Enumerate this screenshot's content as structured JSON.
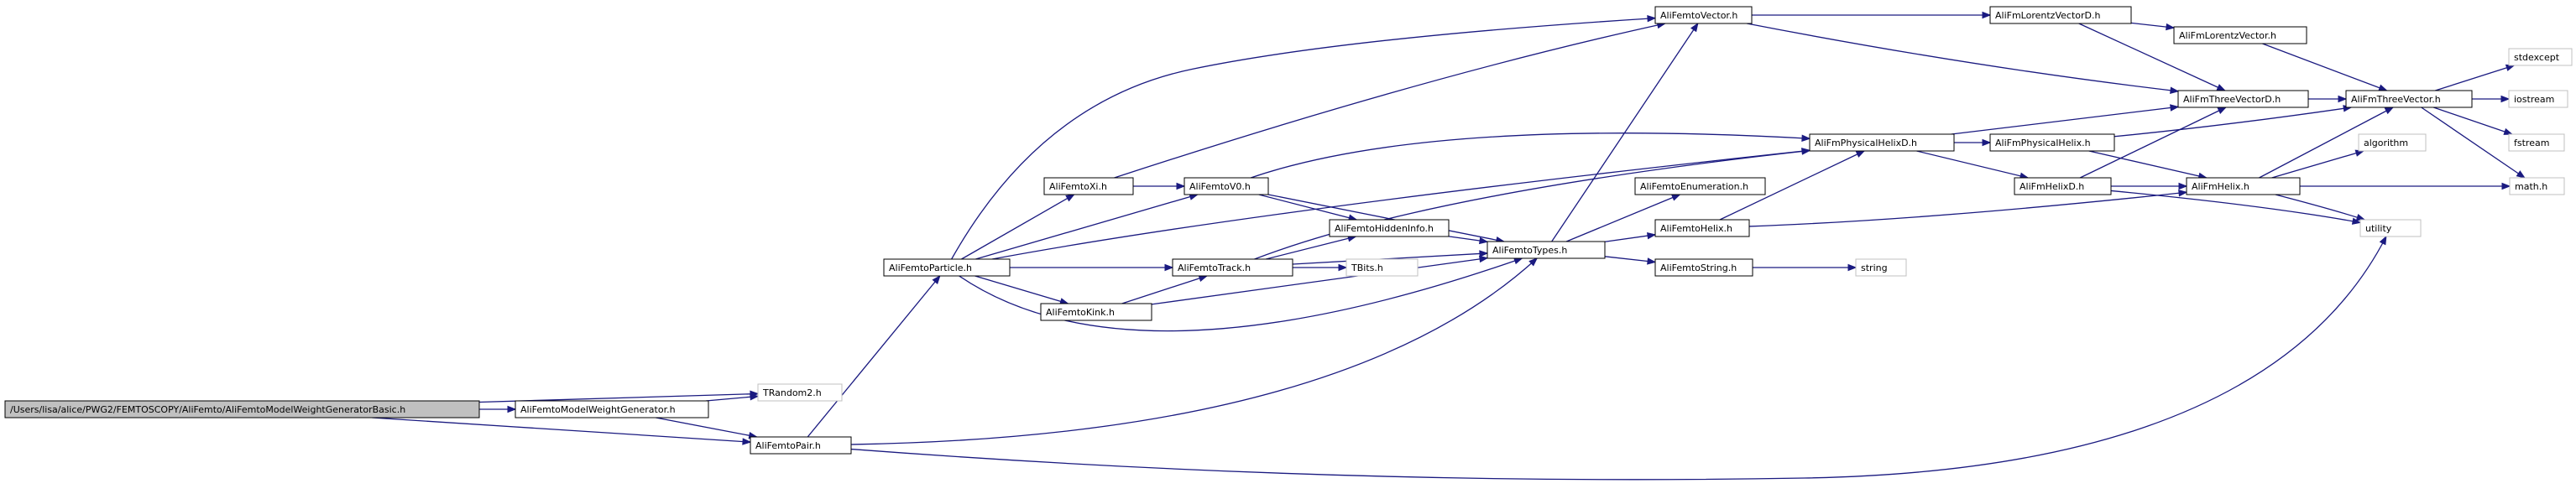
{
  "nodes": [
    {
      "id": "root",
      "label": "/Users/lisa/alice/PWG2/FEMTOSCOPY/AliFemto/AliFemtoModelWeightGeneratorBasic.h",
      "kind": "root"
    },
    {
      "id": "mwg",
      "label": "AliFemtoModelWeightGenerator.h",
      "kind": "local"
    },
    {
      "id": "tr2",
      "label": "TRandom2.h",
      "kind": "external"
    },
    {
      "id": "pair",
      "label": "AliFemtoPair.h",
      "kind": "local"
    },
    {
      "id": "part",
      "label": "AliFemtoParticle.h",
      "kind": "local"
    },
    {
      "id": "xi",
      "label": "AliFemtoXi.h",
      "kind": "local"
    },
    {
      "id": "v0",
      "label": "AliFemtoV0.h",
      "kind": "local"
    },
    {
      "id": "track",
      "label": "AliFemtoTrack.h",
      "kind": "local"
    },
    {
      "id": "kink",
      "label": "AliFemtoKink.h",
      "kind": "local"
    },
    {
      "id": "hidden",
      "label": "AliFemtoHiddenInfo.h",
      "kind": "local"
    },
    {
      "id": "tbits",
      "label": "TBits.h",
      "kind": "external"
    },
    {
      "id": "types",
      "label": "AliFemtoTypes.h",
      "kind": "local"
    },
    {
      "id": "vector",
      "label": "AliFemtoVector.h",
      "kind": "local"
    },
    {
      "id": "enum",
      "label": "AliFemtoEnumeration.h",
      "kind": "local"
    },
    {
      "id": "helix",
      "label": "AliFemtoHelix.h",
      "kind": "local"
    },
    {
      "id": "string",
      "label": "AliFemtoString.h",
      "kind": "local"
    },
    {
      "id": "strext",
      "label": "string",
      "kind": "external"
    },
    {
      "id": "physhelixd",
      "label": "AliFmPhysicalHelixD.h",
      "kind": "local"
    },
    {
      "id": "physhelix",
      "label": "AliFmPhysicalHelix.h",
      "kind": "local"
    },
    {
      "id": "helixd",
      "label": "AliFmHelixD.h",
      "kind": "local"
    },
    {
      "id": "lorentzd",
      "label": "AliFmLorentzVectorD.h",
      "kind": "local"
    },
    {
      "id": "lorentz",
      "label": "AliFmLorentzVector.h",
      "kind": "local"
    },
    {
      "id": "three_d",
      "label": "AliFmThreeVectorD.h",
      "kind": "local"
    },
    {
      "id": "three",
      "label": "AliFmThreeVector.h",
      "kind": "local"
    },
    {
      "id": "fmhelix",
      "label": "AliFmHelix.h",
      "kind": "local"
    },
    {
      "id": "stdexcept",
      "label": "stdexcept",
      "kind": "external"
    },
    {
      "id": "iostream",
      "label": "iostream",
      "kind": "external"
    },
    {
      "id": "fstream",
      "label": "fstream",
      "kind": "external"
    },
    {
      "id": "algorithm",
      "label": "algorithm",
      "kind": "external"
    },
    {
      "id": "math",
      "label": "math.h",
      "kind": "external"
    },
    {
      "id": "utility",
      "label": "utility",
      "kind": "external"
    }
  ],
  "edges": [
    [
      "root",
      "mwg"
    ],
    [
      "root",
      "tr2"
    ],
    [
      "root",
      "pair"
    ],
    [
      "mwg",
      "tr2"
    ],
    [
      "mwg",
      "pair"
    ],
    [
      "pair",
      "part"
    ],
    [
      "pair",
      "types"
    ],
    [
      "pair",
      "utility"
    ],
    [
      "part",
      "vector"
    ],
    [
      "part",
      "xi"
    ],
    [
      "part",
      "v0"
    ],
    [
      "part",
      "track"
    ],
    [
      "part",
      "kink"
    ],
    [
      "part",
      "types"
    ],
    [
      "part",
      "physhelixd"
    ],
    [
      "xi",
      "v0"
    ],
    [
      "xi",
      "vector"
    ],
    [
      "v0",
      "hidden"
    ],
    [
      "v0",
      "types"
    ],
    [
      "v0",
      "physhelixd"
    ],
    [
      "track",
      "hidden"
    ],
    [
      "track",
      "tbits"
    ],
    [
      "track",
      "types"
    ],
    [
      "track",
      "physhelixd"
    ],
    [
      "kink",
      "track"
    ],
    [
      "kink",
      "types"
    ],
    [
      "hidden",
      "types"
    ],
    [
      "types",
      "vector"
    ],
    [
      "types",
      "enum"
    ],
    [
      "types",
      "helix"
    ],
    [
      "types",
      "string"
    ],
    [
      "vector",
      "lorentzd"
    ],
    [
      "vector",
      "three_d"
    ],
    [
      "helix",
      "physhelixd"
    ],
    [
      "helix",
      "fmhelix"
    ],
    [
      "string",
      "strext"
    ],
    [
      "physhelixd",
      "physhelix"
    ],
    [
      "physhelixd",
      "helixd"
    ],
    [
      "physhelixd",
      "three_d"
    ],
    [
      "physhelix",
      "fmhelix"
    ],
    [
      "physhelix",
      "three"
    ],
    [
      "helixd",
      "fmhelix"
    ],
    [
      "helixd",
      "three_d"
    ],
    [
      "helixd",
      "utility"
    ],
    [
      "lorentzd",
      "lorentz"
    ],
    [
      "lorentzd",
      "three_d"
    ],
    [
      "lorentz",
      "three"
    ],
    [
      "three_d",
      "three"
    ],
    [
      "fmhelix",
      "algorithm"
    ],
    [
      "fmhelix",
      "three"
    ],
    [
      "fmhelix",
      "math"
    ],
    [
      "fmhelix",
      "utility"
    ],
    [
      "three",
      "stdexcept"
    ],
    [
      "three",
      "iostream"
    ],
    [
      "three",
      "fstream"
    ],
    [
      "three",
      "math"
    ]
  ]
}
